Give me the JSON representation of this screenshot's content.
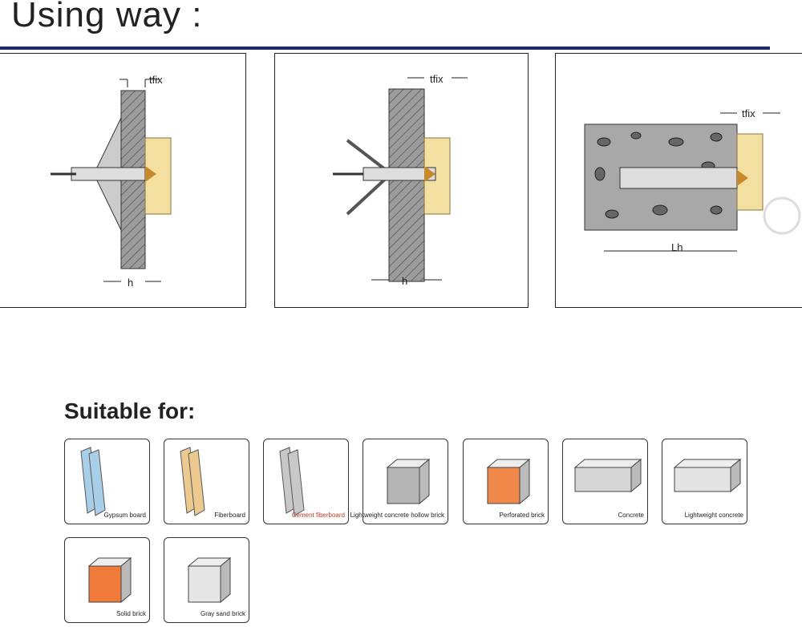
{
  "title": "Using way :",
  "diagrams": [
    {
      "labels": [
        "tfix",
        "h"
      ]
    },
    {
      "labels": [
        "tfix",
        "h"
      ]
    },
    {
      "labels": [
        "tfix",
        "Lh"
      ]
    }
  ],
  "suitable_heading": "Suitable for:",
  "materials": [
    {
      "label": "Gypsum board",
      "color": "#a9cfe8"
    },
    {
      "label": "Fiberboard",
      "color": "#ecc98f"
    },
    {
      "label": "Cement fiberboard",
      "color": "#c8c8c8"
    },
    {
      "label": "Lightweight concrete hollow brick",
      "color": "#b5b5b5"
    },
    {
      "label": "Perforated brick",
      "color": "#f0884a"
    },
    {
      "label": "Concrete",
      "color": "#d6d6d6"
    },
    {
      "label": "Lightweight concrete",
      "color": "#e4e4e4"
    },
    {
      "label": "Solid brick",
      "color": "#ef7a3a"
    },
    {
      "label": "Gray sand brick",
      "color": "#e6e6e6"
    }
  ],
  "colors": {
    "rule": "#1d2d6b",
    "wood": "#f3e0a0",
    "wall": "#9c9c9c"
  }
}
